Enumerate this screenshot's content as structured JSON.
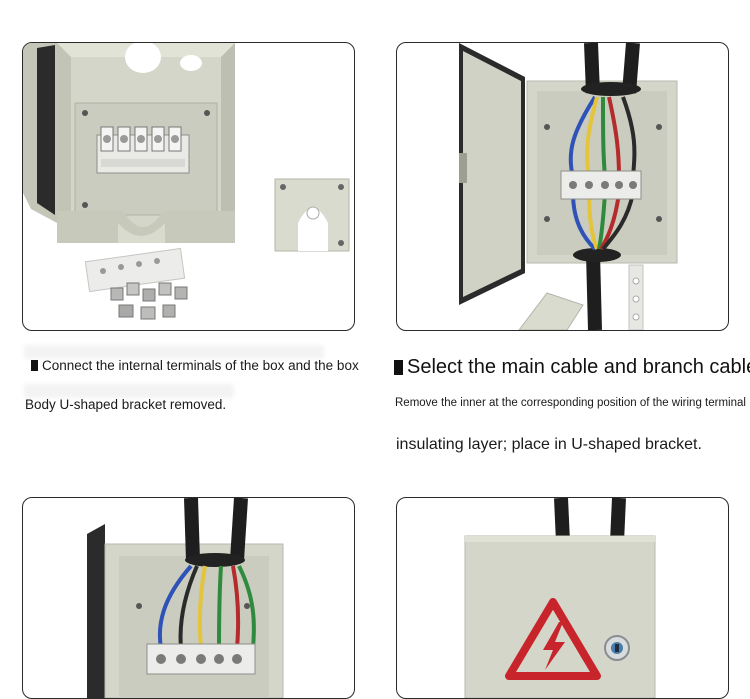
{
  "steps": {
    "step1_caption_line1": "Connect the internal terminals of the box and the box",
    "step1_caption_line2": "Body U-shaped bracket removed.",
    "step2_title": "Select the main cable and branch cables",
    "step2_caption_line1": "Remove the inner at the corresponding position of the wiring terminal",
    "step2_caption_line2": "insulating layer; place in U-shaped bracket."
  },
  "icons": {
    "bullet": "square-bullet",
    "warning": "electrical-hazard-warning-icon"
  },
  "colors": {
    "enclosure": "#cfd2c4",
    "enclosure_shade": "#b7baab",
    "door_seal": "#2b2b2b",
    "warning_red": "#c8242b",
    "wire_blue": "#2f52b8",
    "wire_yellow": "#e3c43a",
    "wire_green": "#2f8a3e",
    "wire_red": "#b52a2a"
  }
}
